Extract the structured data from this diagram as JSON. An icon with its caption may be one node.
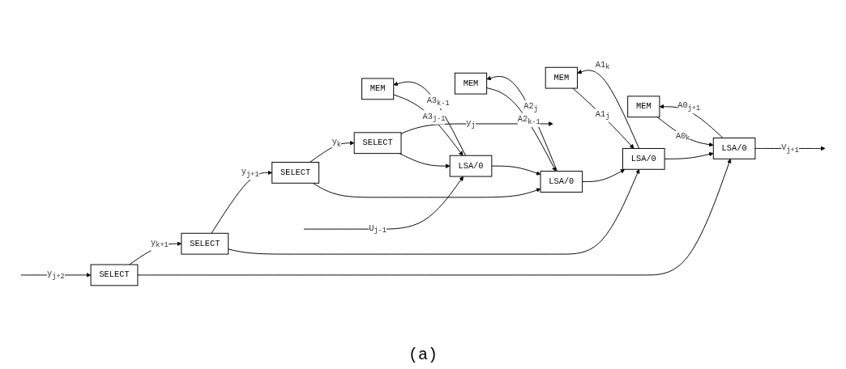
{
  "diagram": {
    "caption": "(a)",
    "nodes": [
      {
        "text": [
          "MEM"
        ]
      },
      {
        "text": [
          "MEM"
        ]
      },
      {
        "text": [
          "MEM"
        ]
      },
      {
        "text": [
          "MEM"
        ]
      },
      {
        "text": [
          "LSA/0"
        ]
      },
      {
        "text": [
          "LSA/0"
        ]
      },
      {
        "text": [
          "LSA/0"
        ]
      },
      {
        "text": [
          "LSA/0"
        ]
      },
      {
        "text": [
          "SELECT"
        ]
      },
      {
        "text": [
          "SELECT"
        ]
      },
      {
        "text": [
          "SELECT"
        ]
      },
      {
        "text": [
          "SELECT"
        ]
      }
    ],
    "edges": [
      {
        "from": 4,
        "to": 0,
        "arrow": "to",
        "label": "A0$_{j+1}$"
      },
      {
        "from": 5,
        "to": 1,
        "arrow": "to",
        "label": "A1$_{k}$"
      },
      {
        "from": 6,
        "to": 2,
        "arrow": "to",
        "label": "A2$_{j}$"
      },
      {
        "from": 7,
        "to": 3,
        "arrow": "to",
        "label": "A3$_{k-1}$"
      },
      {
        "from": 0,
        "to": 4,
        "arrow": "to",
        "label": "A0$_{k}$"
      },
      {
        "from": 1,
        "to": 5,
        "arrow": "to",
        "label": "A1$_{j}$"
      },
      {
        "from": 2,
        "to": 6,
        "arrow": "to",
        "label": "A2$_{k-1}$"
      },
      {
        "from": 3,
        "to": 7,
        "arrow": "to",
        "label": "A3$_{j-1}$"
      },
      {
        "from": 8,
        "to": 4,
        "arrow": "to"
      },
      {
        "from": 9,
        "to": 5,
        "arrow": "to"
      },
      {
        "from": 10,
        "to": 6,
        "arrow": "to"
      },
      {
        "from": 11,
        "to": 7,
        "arrow": "to"
      },
      {
        "from": 7,
        "to": 6,
        "arrow": "to"
      },
      {
        "from": 6,
        "to": 5,
        "arrow": "to"
      },
      {
        "from": 5,
        "to": 4,
        "arrow": "to"
      },
      {
        "from": null,
        "to": 7,
        "arrow": "to",
        "label": "U$_{j-1}$"
      },
      {
        "from": 4,
        "to": null,
        "arrow": "to",
        "label": "V$_{j+1}$"
      },
      {
        "from": null,
        "to": 8,
        "arrow": "to",
        "label": "y$_{j+2}$"
      },
      {
        "from": 8,
        "to": 9,
        "arrow": "to",
        "label": "y$_{k+1}$"
      },
      {
        "from": 9,
        "to": 10,
        "arrow": "to",
        "label": "y$_{j+1}$"
      },
      {
        "from": 10,
        "to": 11,
        "arrow": "to",
        "label": "y$_{k}$"
      },
      {
        "from": 11,
        "to": null,
        "arrow": "to",
        "label": "y$_{j}$"
      }
    ]
  }
}
